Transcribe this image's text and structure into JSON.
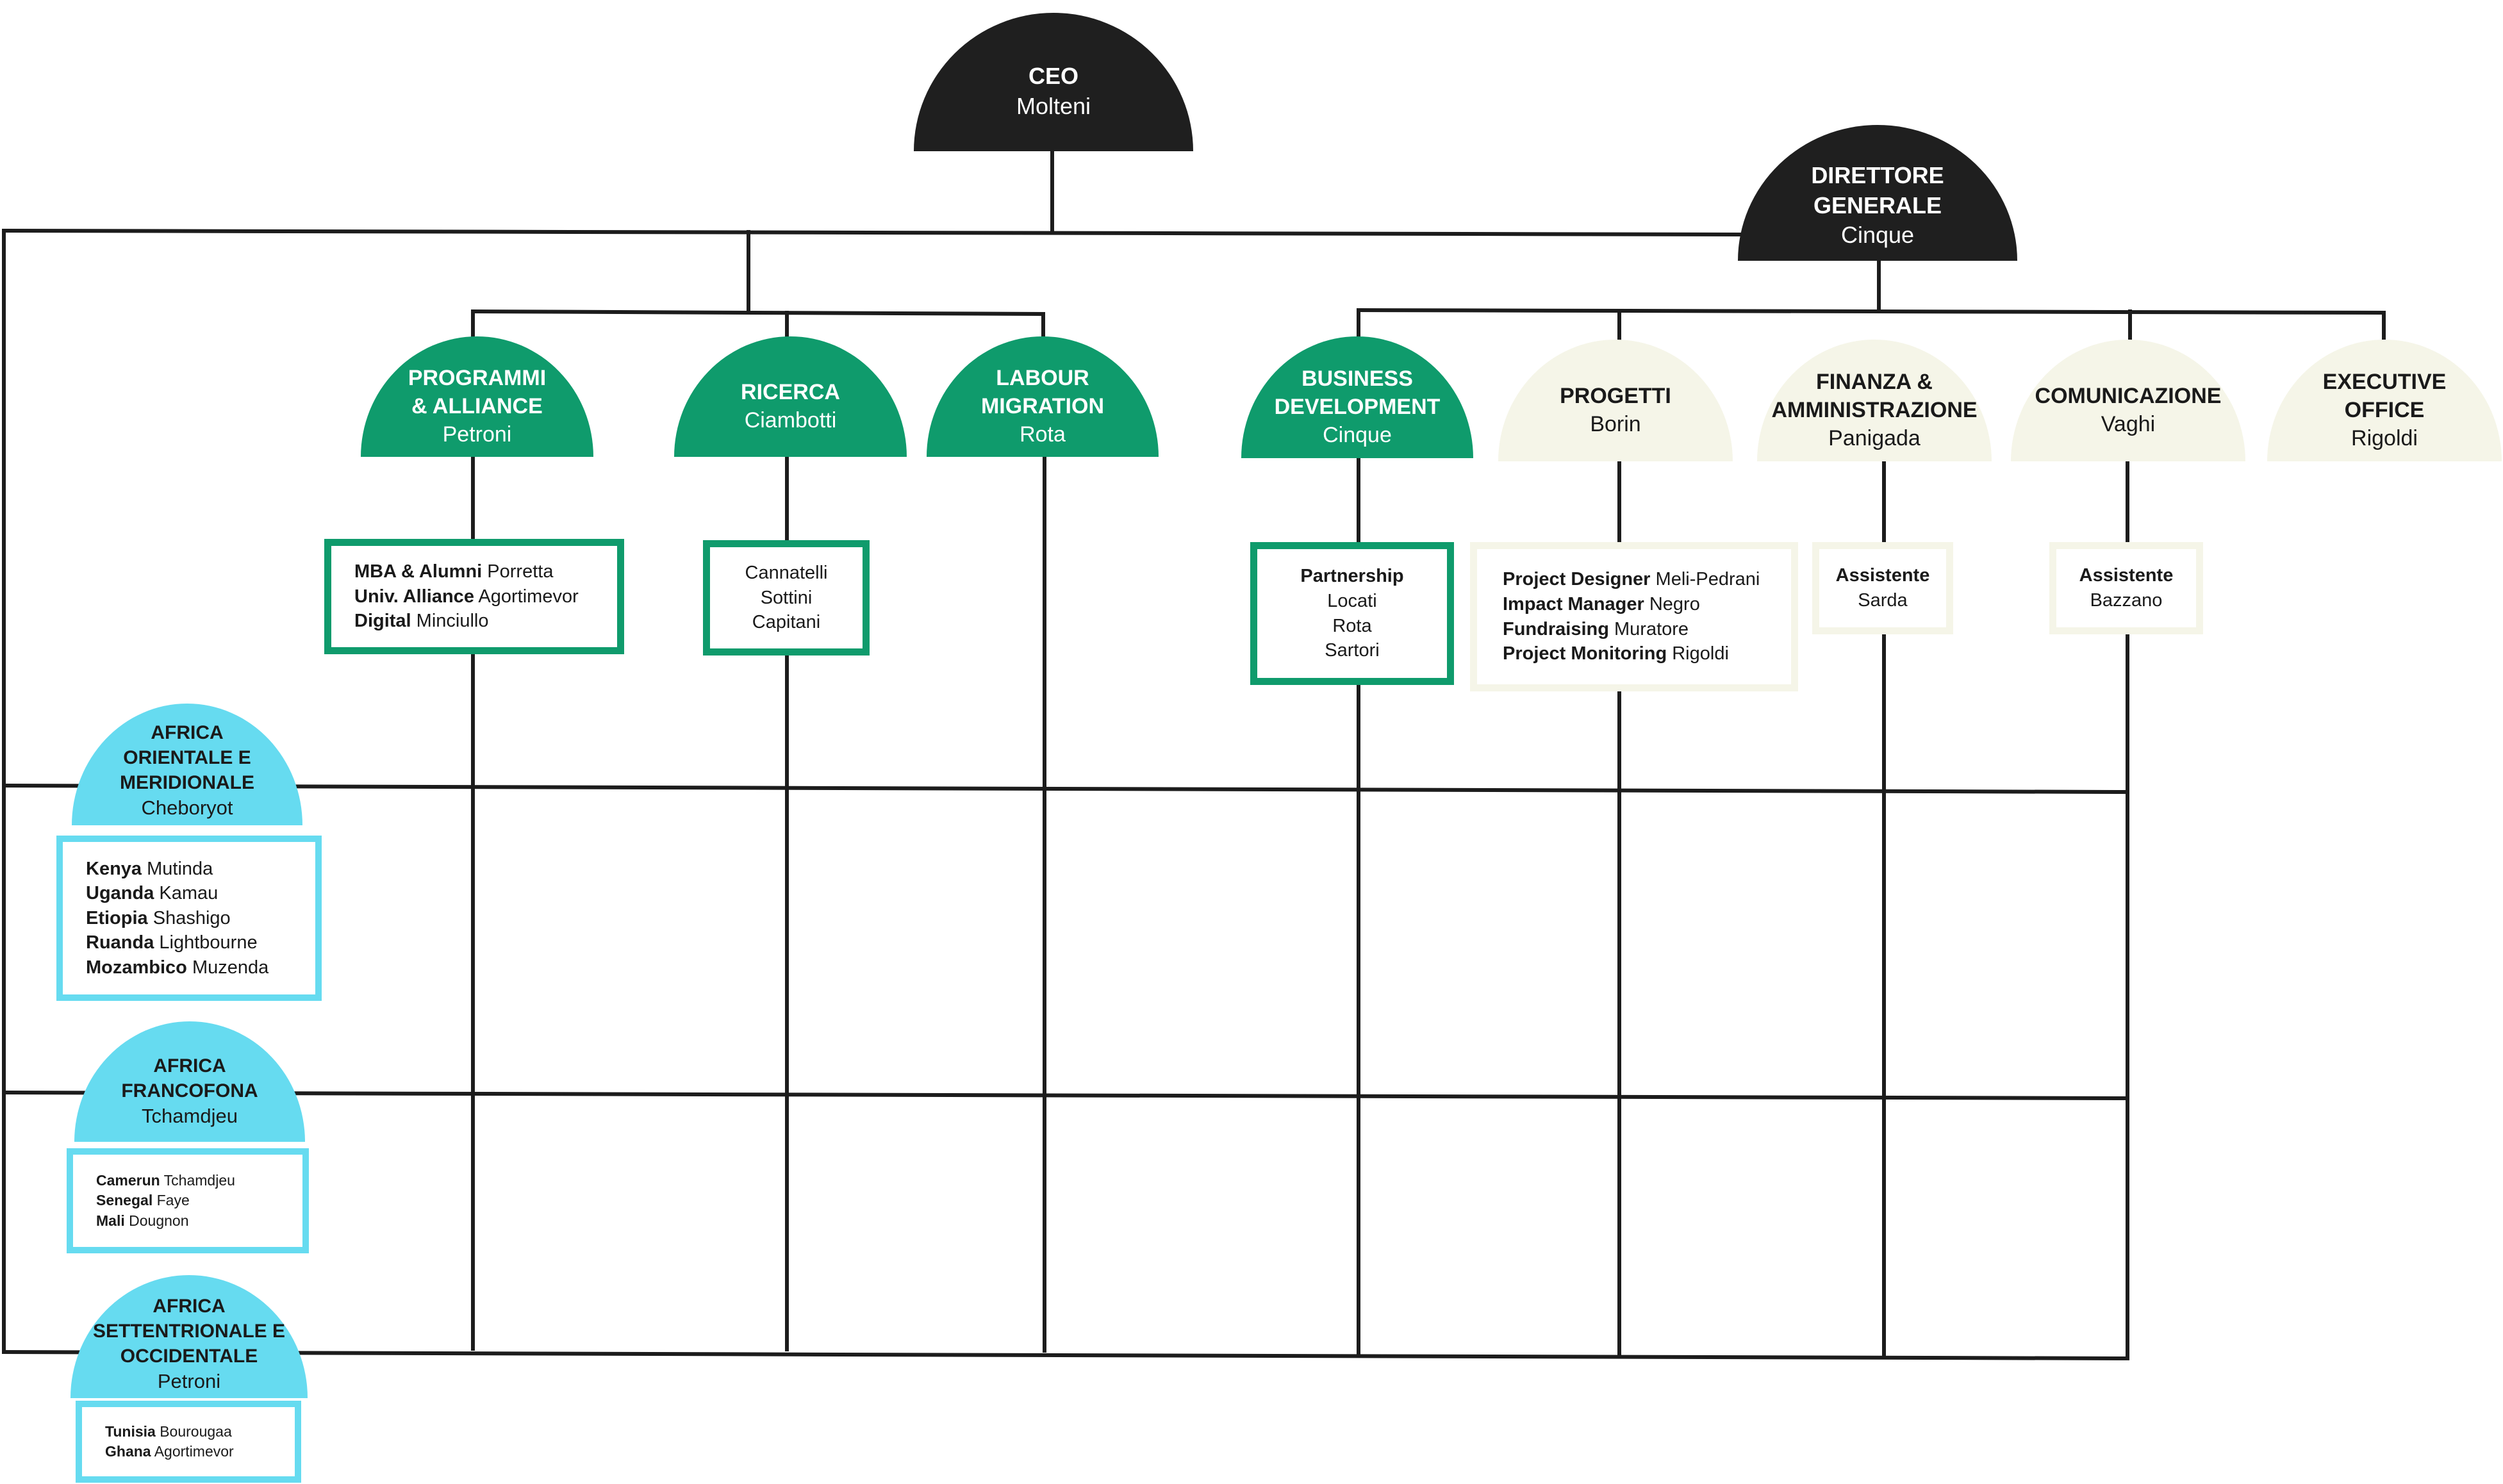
{
  "ceo": {
    "title": "CEO",
    "name": "Molteni"
  },
  "dg": {
    "title": "DIRETTORE\nGENERALE",
    "name": "Cinque"
  },
  "units": [
    {
      "title": "PROGRAMMI\n& ALLIANCE",
      "name": "Petroni"
    },
    {
      "title": "RICERCA",
      "name": "Ciambotti"
    },
    {
      "title": "LABOUR\nMIGRATION",
      "name": "Rota"
    },
    {
      "title": "BUSINESS\nDEVELOPMENT",
      "name": "Cinque"
    },
    {
      "title": "PROGETTI",
      "name": "Borin"
    },
    {
      "title": "FINANZA &\nAMMINISTRAZIONE",
      "name": "Panigada"
    },
    {
      "title": "COMUNICAZIONE",
      "name": "Vaghi"
    },
    {
      "title": "EXECUTIVE\nOFFICE",
      "name": "Rigoldi"
    }
  ],
  "boxes": {
    "programmi": [
      {
        "role": "MBA & Alumni",
        "person": " Porretta"
      },
      {
        "role": "Univ. Alliance",
        "person": " Agortimevor"
      },
      {
        "role": "Digital",
        "person": " Minciullo"
      }
    ],
    "ricerca": [
      "Cannatelli",
      "Sottini",
      "Capitani"
    ],
    "business": {
      "head": "Partnership",
      "people": [
        "Locati",
        "Rota",
        "Sartori"
      ]
    },
    "progetti": [
      {
        "role": "Project Designer",
        "person": " Meli-Pedrani"
      },
      {
        "role": "Impact Manager",
        "person": " Negro"
      },
      {
        "role": "Fundraising",
        "person": " Muratore"
      },
      {
        "role": "Project Monitoring",
        "person": " Rigoldi"
      }
    ],
    "finanza": {
      "head": "Assistente",
      "person": "Sarda"
    },
    "comunicazione": {
      "head": "Assistente",
      "person": "Bazzano"
    }
  },
  "regions": [
    {
      "title": "AFRICA\nORIENTALE E\nMERIDIONALE",
      "name": "Cheboryot"
    },
    {
      "title": "AFRICA\nFRANCOFONA",
      "name": "Tchamdjeu"
    },
    {
      "title": "AFRICA\nSETTENTRIONALE E\nOCCIDENTALE",
      "name": "Petroni"
    }
  ],
  "region_boxes": [
    [
      {
        "country": "Kenya",
        "person": " Mutinda"
      },
      {
        "country": "Uganda",
        "person": " Kamau"
      },
      {
        "country": "Etiopia",
        "person": " Shashigo"
      },
      {
        "country": "Ruanda",
        "person": " Lightbourne"
      },
      {
        "country": "Mozambico",
        "person": " Muzenda"
      }
    ],
    [
      {
        "country": "Camerun",
        "person": " Tchamdjeu"
      },
      {
        "country": "Senegal",
        "person": " Faye"
      },
      {
        "country": "Mali",
        "person": " Dougnon"
      }
    ],
    [
      {
        "country": "Tunisia",
        "person": " Bourougaa"
      },
      {
        "country": "Ghana",
        "person": " Agortimevor"
      }
    ]
  ],
  "colors": {
    "executive": "#1f1f1f",
    "programmes": "#0f9b6c",
    "staff": "#f5f5e8",
    "regions": "#66dbf0"
  }
}
